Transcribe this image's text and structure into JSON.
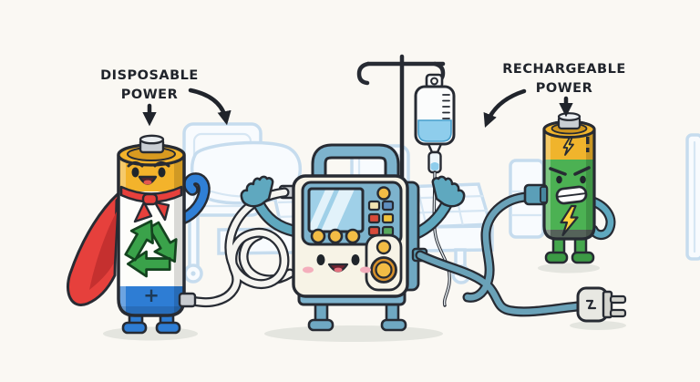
{
  "scene": {
    "background": "#faf8f3"
  },
  "labels": {
    "disposable": {
      "line1": "DISPOSABLE",
      "line2": "POWER"
    },
    "rechargeable": {
      "line1": "RECHARGEABLE",
      "line2": "POWER"
    }
  },
  "symbols": {
    "battery_plus": "+"
  },
  "icons": [
    "down-arrow-icon",
    "curved-arrow-icon",
    "recycle-icon",
    "lightning-icon",
    "plus-icon",
    "power-plug-icon",
    "iv-bag-icon"
  ],
  "colors": {
    "ink": "#272b33",
    "bed_outline": "#c6dcee",
    "cape_red": "#e6403c",
    "battery_yellow": "#f3b32b",
    "battery_blue": "#2e7dd4",
    "recycle_green": "#3aa24a",
    "device_body": "#f7f3e6",
    "device_blue": "#7db3cd",
    "screen_blue": "#9fd0e8",
    "button_yellow": "#f2bc45",
    "knob_orange": "#d8912b",
    "green_body": "#4cb153",
    "band_yellow": "#f0b42c",
    "bolt_yellow": "#ffd23e",
    "arm_teal": "#5fa8bf",
    "cable_teal": "#6aa2b8",
    "tube_white": "#f5f4f0",
    "plug_gray": "#e8e8e2",
    "shadow": "#e4e5df"
  }
}
